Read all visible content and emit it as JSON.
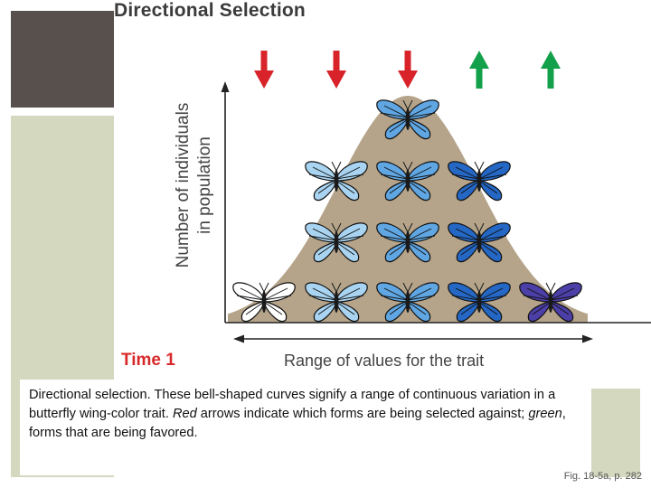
{
  "title": "Directional Selection",
  "y_label": [
    "Number of individuals",
    "in population"
  ],
  "x_label": "Range of values for the trait",
  "time_label": "Time 1",
  "colors": {
    "curve_fill": "#b5a48a",
    "arrow_against": "#d8232a",
    "arrow_favored": "#13a04a",
    "title_text": "#3b3b3b",
    "time_label": "#d8292a",
    "panel_dark": "#57504c",
    "panel_green": "#d3d8bf"
  },
  "arrows": [
    {
      "direction": "down",
      "meaning": "selected-against"
    },
    {
      "direction": "down",
      "meaning": "selected-against"
    },
    {
      "direction": "down",
      "meaning": "selected-against"
    },
    {
      "direction": "up",
      "meaning": "favored"
    },
    {
      "direction": "up",
      "meaning": "favored"
    }
  ],
  "butterfly_shades": [
    "#ffffff",
    "#a9d4f1",
    "#5fa6e2",
    "#2467c4",
    "#4c3fa8"
  ],
  "butterfly_counts": [
    1,
    3,
    4,
    3,
    1
  ],
  "caption": {
    "part1": "Directional selection. These bell-shaped curves signify a range of continuous variation in a butterfly wing-color trait. ",
    "red_word": "Red",
    "part2": " arrows indicate which forms are being selected against; ",
    "green_word": "green",
    "part3": ", forms that are being favored."
  },
  "figure_ref": "Fig. 18-5a, p. 282"
}
